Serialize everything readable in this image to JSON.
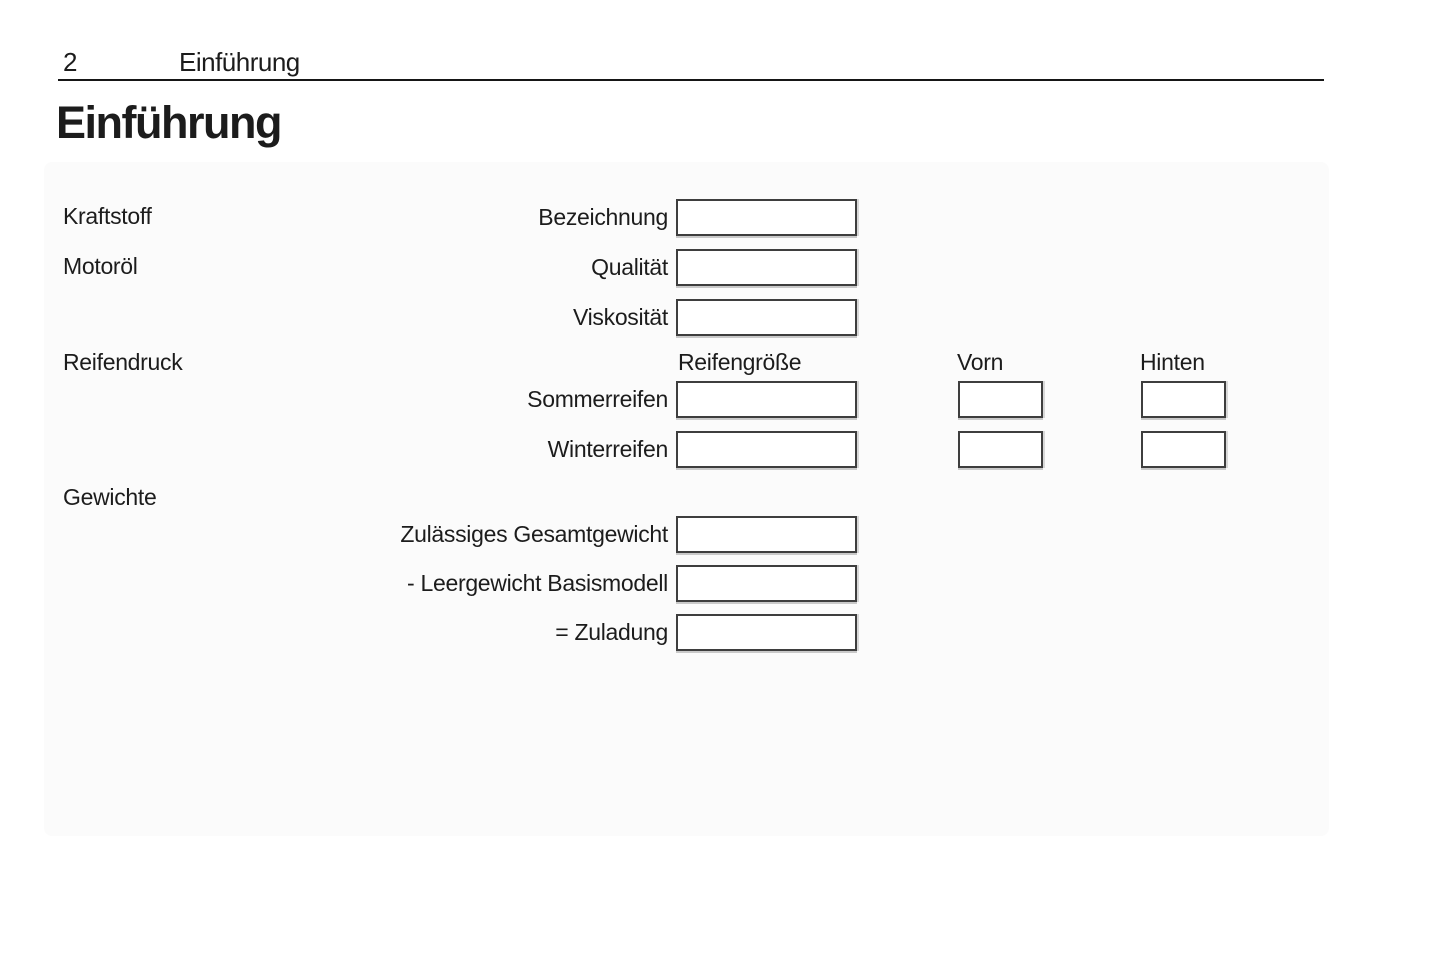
{
  "page": {
    "number": "2",
    "chapter": "Einführung",
    "title": "Einführung"
  },
  "form": {
    "sections": [
      {
        "id": "kraftstoff",
        "label": "Kraftstoff"
      },
      {
        "id": "motoroel",
        "label": "Motoröl"
      },
      {
        "id": "reifendruck",
        "label": "Reifendruck"
      },
      {
        "id": "gewichte",
        "label": "Gewichte"
      }
    ],
    "columns": {
      "reifengroesse": "Reifengröße",
      "vorn": "Vorn",
      "hinten": "Hinten"
    },
    "fields": [
      {
        "id": "bezeichnung",
        "label": "Bezeichnung",
        "value": ""
      },
      {
        "id": "qualitaet",
        "label": "Qualität",
        "value": ""
      },
      {
        "id": "viskositaet",
        "label": "Viskosität",
        "value": ""
      },
      {
        "id": "sommerreifen",
        "label": "Sommerreifen",
        "value": "",
        "vorn": "",
        "hinten": ""
      },
      {
        "id": "winterreifen",
        "label": "Winterreifen",
        "value": "",
        "vorn": "",
        "hinten": ""
      },
      {
        "id": "gesamtgewicht",
        "label": "Zulässiges Gesamtgewicht",
        "value": ""
      },
      {
        "id": "leergewicht",
        "label": "- Leergewicht Basismodell",
        "value": ""
      },
      {
        "id": "zuladung",
        "label": "= Zuladung",
        "value": ""
      }
    ]
  },
  "colors": {
    "text": "#1c1c1c",
    "rule": "#161616",
    "box_border": "#3e3e3e",
    "panel_background": "#fbfbfb"
  }
}
